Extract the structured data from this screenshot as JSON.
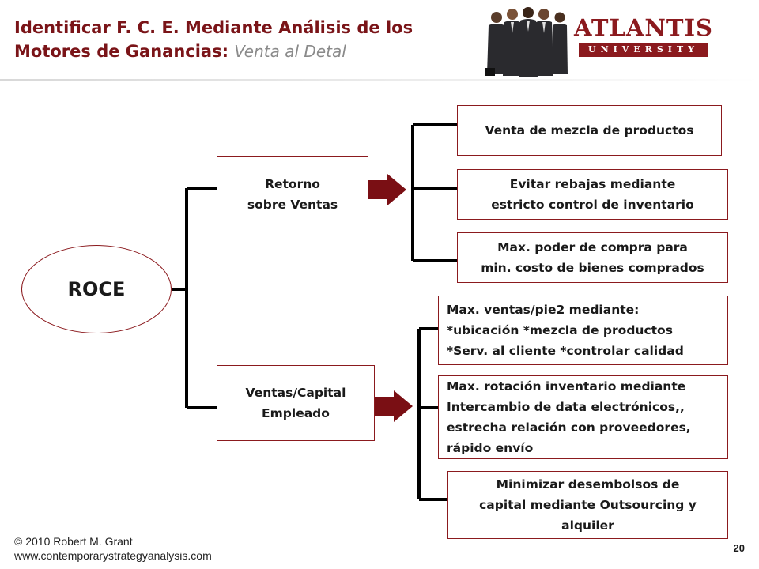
{
  "header": {
    "title_main": "Identificar F. C. E. Mediante Análisis de los Motores de Ganancias:",
    "title_sub": "Venta al Detal"
  },
  "logo": {
    "name": "ATLANTIS",
    "tagline": "UNIVERSITY"
  },
  "diagram": {
    "root": "ROCE",
    "branches": [
      {
        "label": "Retorno\nsobre Ventas",
        "children": [
          "Venta de mezcla de productos",
          "Evitar rebajas mediante\nestricto control de inventario",
          "Max. poder de compra para\nmin. costo de bienes comprados"
        ]
      },
      {
        "label": "Ventas/Capital\nEmpleado",
        "children": [
          "Max. ventas/pie2 mediante:\n*ubicación *mezcla de productos\n*Serv. al cliente *controlar calidad",
          "Max. rotación inventario mediante\nIntercambio de data electrónicos,,\nestrecha relación con proveedores,\nrápido envío",
          "Minimizar desembolsos de\ncapital mediante Outsourcing y\nalquiler"
        ]
      }
    ]
  },
  "colors": {
    "accent": "#8b1a1e",
    "arrow": "#7a0f14",
    "connector": "#000000"
  },
  "footer": {
    "copyright": "© 2010 Robert M. Grant",
    "url": "www.contemporarystrategyanalysis.com",
    "page_number": "20"
  }
}
